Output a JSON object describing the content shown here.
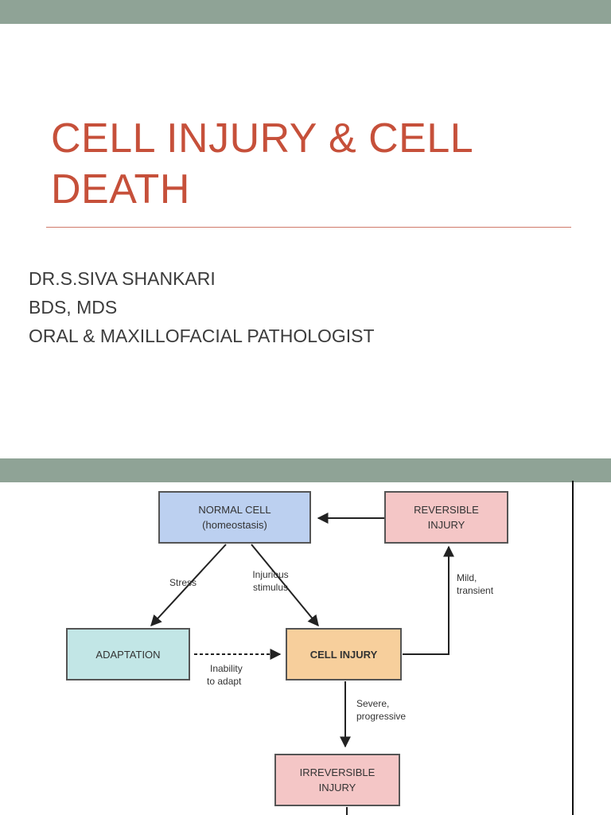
{
  "slide1": {
    "title_line1": "CELL INJURY & CELL",
    "title_line2": "DEATH",
    "author": "DR.S.SIVA SHANKARI",
    "degrees": "BDS, MDS",
    "designation": "ORAL & MAXILLOFACIAL PATHOLOGIST"
  },
  "diagram": {
    "normal_cell": {
      "line1": "NORMAL CELL",
      "line2": "(homeostasis)"
    },
    "reversible_injury": {
      "line1": "REVERSIBLE",
      "line2": "INJURY"
    },
    "adaptation": "ADAPTATION",
    "cell_injury": "CELL INJURY",
    "irreversible_injury": {
      "line1": "IRREVERSIBLE",
      "line2": "INJURY"
    },
    "labels": {
      "stress": "Stress",
      "injurious_1": "Injurious",
      "injurious_2": "stimulus",
      "mild_1": "Mild,",
      "mild_2": "transient",
      "inability_1": "Inability",
      "inability_2": "to adapt",
      "severe_1": "Severe,",
      "severe_2": "progressive"
    },
    "colors": {
      "normal": "#bcd0f0",
      "reversible": "#f4c6c6",
      "adaptation": "#c2e6e6",
      "cell_injury": "#f7cf9c",
      "irreversible": "#f4c6c6",
      "stroke": "#555555"
    }
  }
}
